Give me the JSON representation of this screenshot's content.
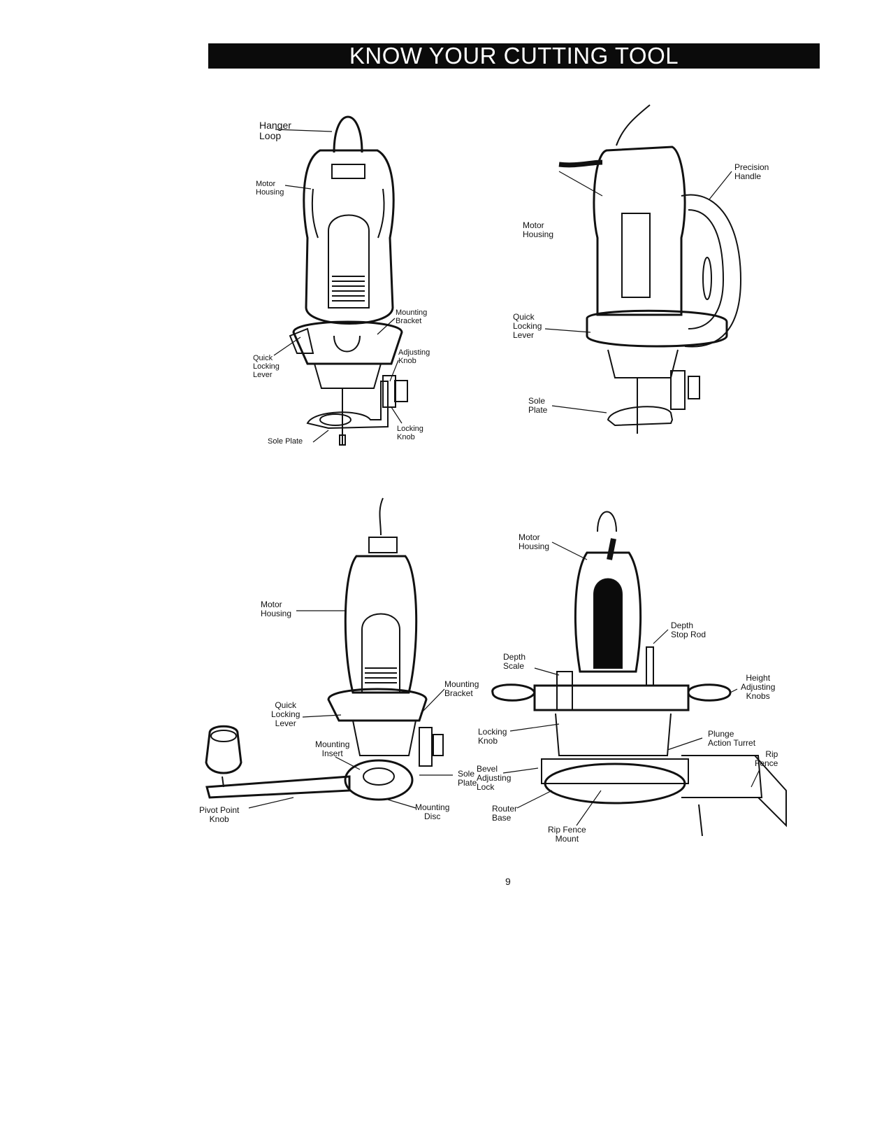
{
  "page": {
    "title": "KNOW YOUR CUTTING TOOL",
    "page_number": "9"
  },
  "figures": {
    "fig1": {
      "hanger_loop": "Hanger\nLoop",
      "motor_housing": "Motor\nHousing",
      "mounting_bracket": "Mounting\nBracket",
      "adjusting_knob": "Adjusting\nKnob",
      "quick_locking_lever": "Quick\nLocking\nLever",
      "locking_knob": "Locking\nKnob",
      "sole_plate": "Sole Plate"
    },
    "fig2": {
      "precision_handle": "Precision\nHandle",
      "motor_housing": "Motor\nHousing",
      "quick_locking_lever": "Quick\nLocking\nLever",
      "sole_plate": "Sole\nPlate"
    },
    "fig3": {
      "motor_housing": "Motor\nHousing",
      "mounting_bracket": "Mounting\nBracket",
      "quick_locking_lever": "Quick\nLocking\nLever",
      "mounting_insert": "Mounting\nInsert",
      "sole_plate": "Sole\nPlate",
      "pivot_point_knob": "Pivot Point\nKnob",
      "mounting_disc": "Mounting\nDisc"
    },
    "fig4": {
      "motor_housing": "Motor\nHousing",
      "depth_stop_rod": "Depth\nStop Rod",
      "depth_scale": "Depth\nScale",
      "height_adjusting_knobs": "Height\nAdjusting\nKnobs",
      "locking_knob": "Locking\nKnob",
      "plunge_action_turret": "Plunge\nAction Turret",
      "rip_fence": "Rip\nFence",
      "bevel_adjusting_lock": "Bevel\nAdjusting\nLock",
      "router_base": "Router\nBase",
      "rip_fence_mount": "Rip Fence\nMount"
    }
  },
  "icons": [
    "tool-illustration-rotary",
    "tool-illustration-handle",
    "tool-illustration-circle-cutter",
    "tool-illustration-plunge-router"
  ]
}
